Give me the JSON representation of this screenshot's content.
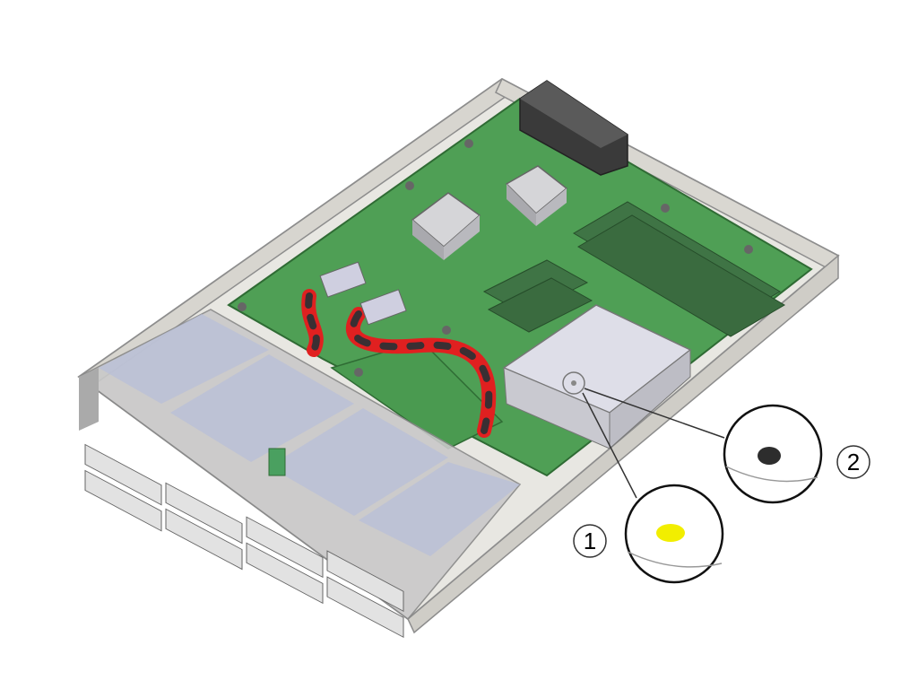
{
  "callouts": [
    {
      "number": "1",
      "indicator_state": "lit",
      "indicator_color": "#f2ee00"
    },
    {
      "number": "2",
      "indicator_state": "off",
      "indicator_color": "#2d2d2d"
    }
  ],
  "colors": {
    "board": "#4f9f55",
    "board_dark": "#3d7f43",
    "chassis": "#e3e1dc",
    "cable_red": "#e02020",
    "cable_black": "#3a2f33",
    "drive": "#c9c9c9",
    "drive_tint": "#b8bfd8",
    "heatsink": "#c8c8cc",
    "dimm": "#3a6b3f"
  },
  "icons": [
    "storage-drive-icon",
    "heatsink-icon",
    "memory-dimm-icon",
    "cable-icon",
    "led-indicator-icon"
  ]
}
